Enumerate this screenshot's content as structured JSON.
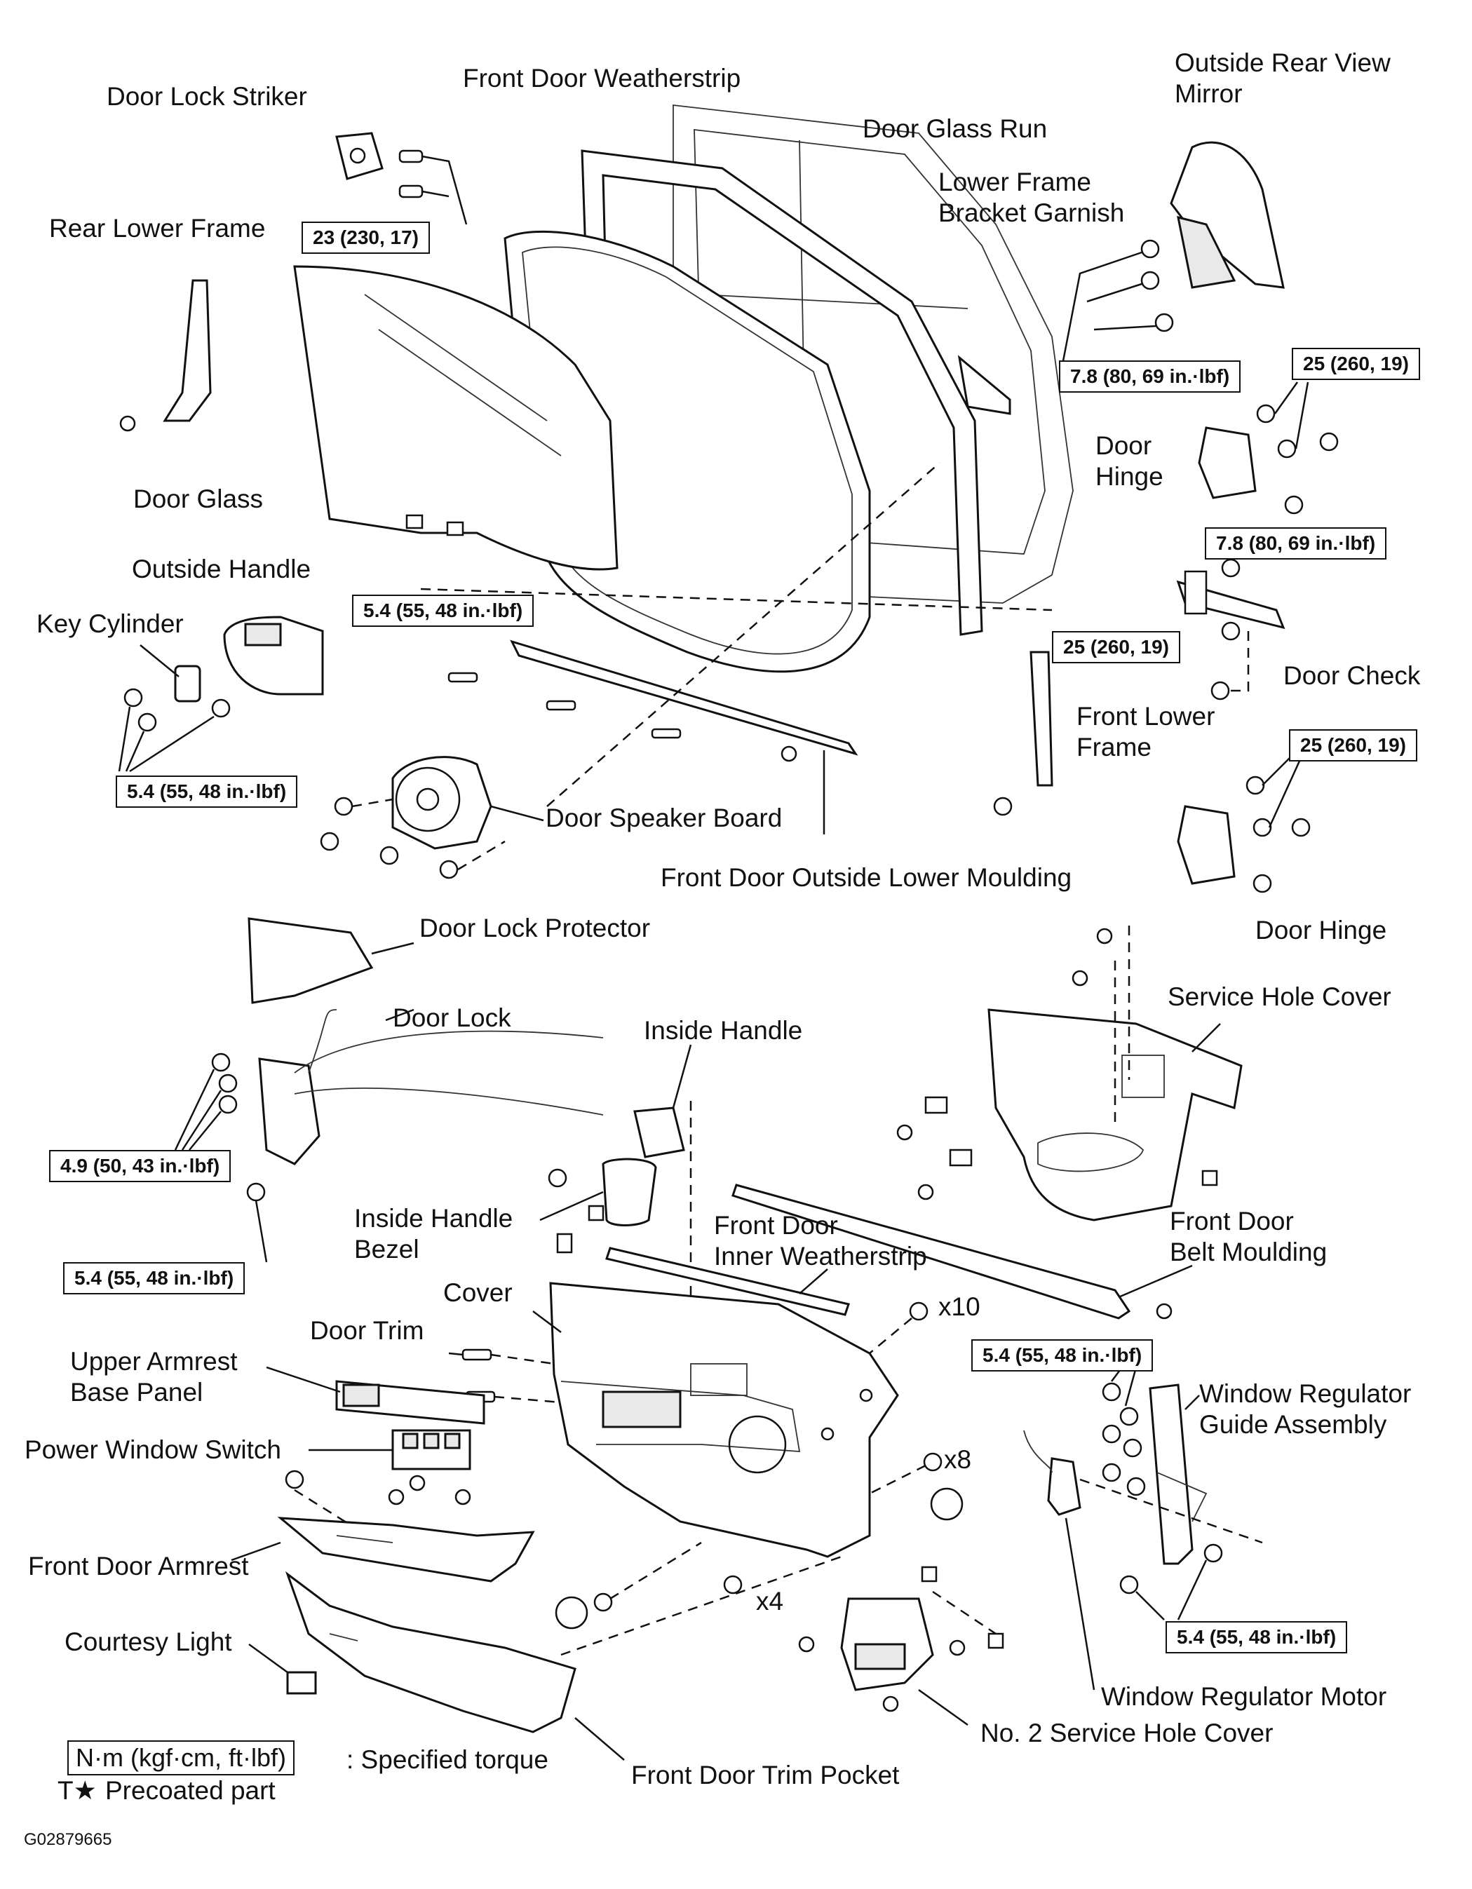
{
  "labels": {
    "door_lock_striker": "Door Lock Striker",
    "front_door_weatherstrip": "Front Door Weatherstrip",
    "outside_rear_view_mirror": "Outside Rear View\nMirror",
    "door_glass_run": "Door Glass Run",
    "lower_frame_bracket_garnish": "Lower Frame\nBracket Garnish",
    "rear_lower_frame": "Rear Lower Frame",
    "door_hinge_upper": "Door\nHinge",
    "door_glass": "Door Glass",
    "outside_handle": "Outside Handle",
    "key_cylinder": "Key Cylinder",
    "door_check": "Door Check",
    "front_lower_frame": "Front Lower\nFrame",
    "door_speaker_board": "Door Speaker Board",
    "front_door_outside_lower_moulding": "Front Door Outside Lower Moulding",
    "door_hinge_lower": "Door Hinge",
    "door_lock_protector": "Door Lock Protector",
    "service_hole_cover": "Service Hole Cover",
    "door_lock": "Door Lock",
    "inside_handle": "Inside Handle",
    "inside_handle_bezel": "Inside Handle\nBezel",
    "front_door_inner_weatherstrip": "Front Door\nInner Weatherstrip",
    "front_door_belt_moulding": "Front Door\nBelt Moulding",
    "cover": "Cover",
    "door_trim": "Door Trim",
    "x10": "x10",
    "upper_armrest_base_panel": "Upper Armrest\nBase Panel",
    "window_regulator_guide_assembly": "Window Regulator\nGuide Assembly",
    "power_window_switch": "Power Window Switch",
    "x8": "x8",
    "front_door_armrest": "Front Door Armrest",
    "x4": "x4",
    "courtesy_light": "Courtesy Light",
    "window_regulator_motor": "Window Regulator Motor",
    "no2_service_hole_cover": "No. 2 Service Hole Cover",
    "front_door_trim_pocket": "Front Door Trim Pocket"
  },
  "torque_specs": {
    "striker": "23 (230, 17)",
    "mirror": "7.8 (80, 69 in.·lbf)",
    "hinge_upper": "25 (260, 19)",
    "glass": "5.4 (55, 48 in.·lbf)",
    "check": "7.8 (80, 69 in.·lbf)",
    "frame": "25 (260, 19)",
    "outside_handle": "5.4 (55, 48 in.·lbf)",
    "hinge_lower": "25 (260, 19)",
    "door_lock": "4.9 (50, 43 in.·lbf)",
    "door_lock_bottom": "5.4 (55, 48 in.·lbf)",
    "regulator_guide": "5.4 (55, 48 in.·lbf)",
    "regulator_motor": "5.4 (55, 48 in.·lbf)"
  },
  "legend": {
    "unit_box": "N·m (kgf·cm, ft·lbf)",
    "unit_desc": ": Specified torque",
    "precoat_mark": "T★",
    "precoat_desc": "Precoated part"
  },
  "figure_code": "G02879665"
}
